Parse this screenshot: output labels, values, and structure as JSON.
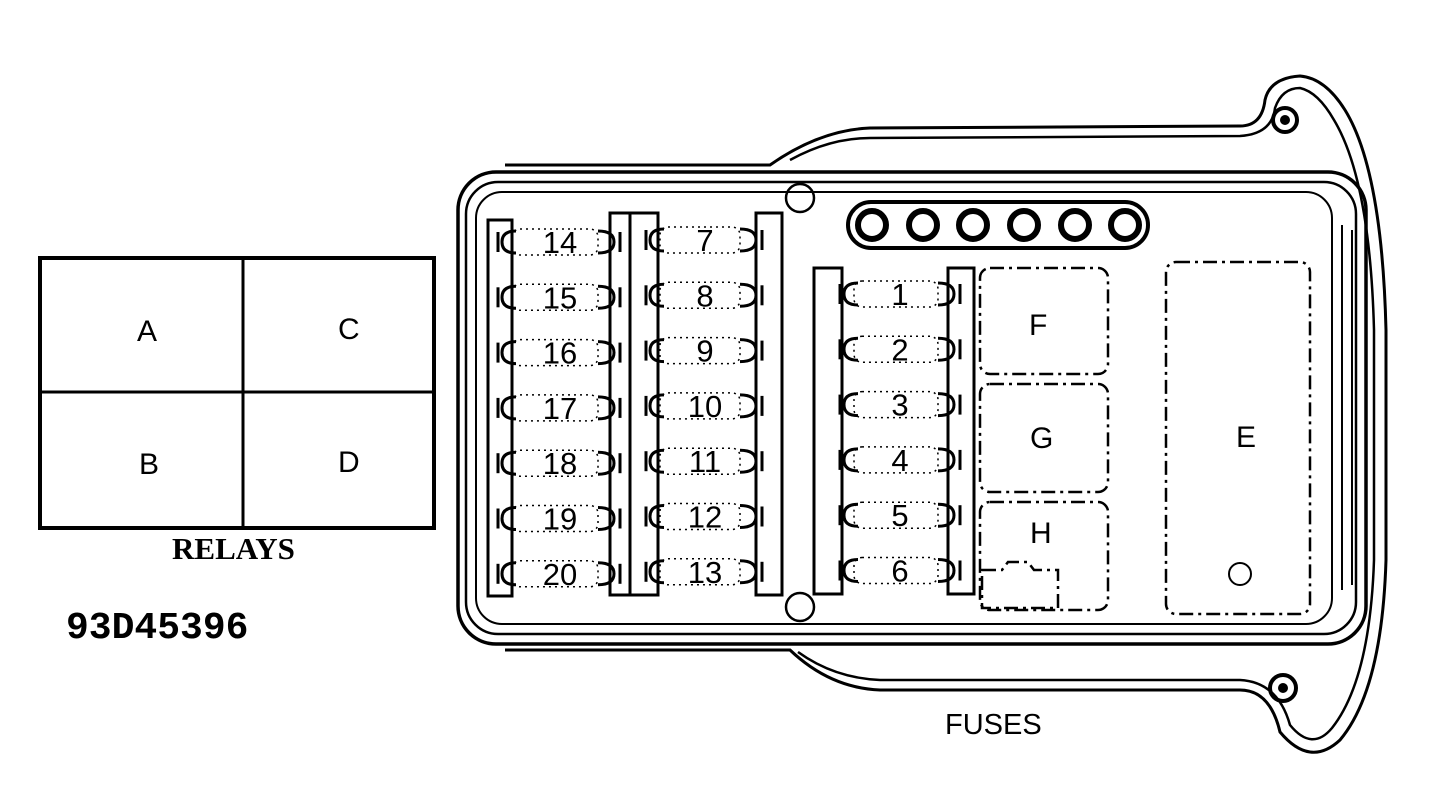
{
  "relays": {
    "caption": "RELAYS",
    "cells": [
      "A",
      "C",
      "B",
      "D"
    ]
  },
  "diagram_code": "93D45396",
  "fuses_caption": "FUSES",
  "fuse_columns": [
    [
      "14",
      "15",
      "16",
      "17",
      "18",
      "19",
      "20"
    ],
    [
      "7",
      "8",
      "9",
      "10",
      "11",
      "12",
      "13"
    ],
    [
      "1",
      "2",
      "3",
      "4",
      "5",
      "6"
    ]
  ],
  "slots": {
    "F": "F",
    "G": "G",
    "H": "H",
    "E": "E"
  },
  "colors": {
    "ink": "#000000",
    "paper": "#ffffff"
  }
}
